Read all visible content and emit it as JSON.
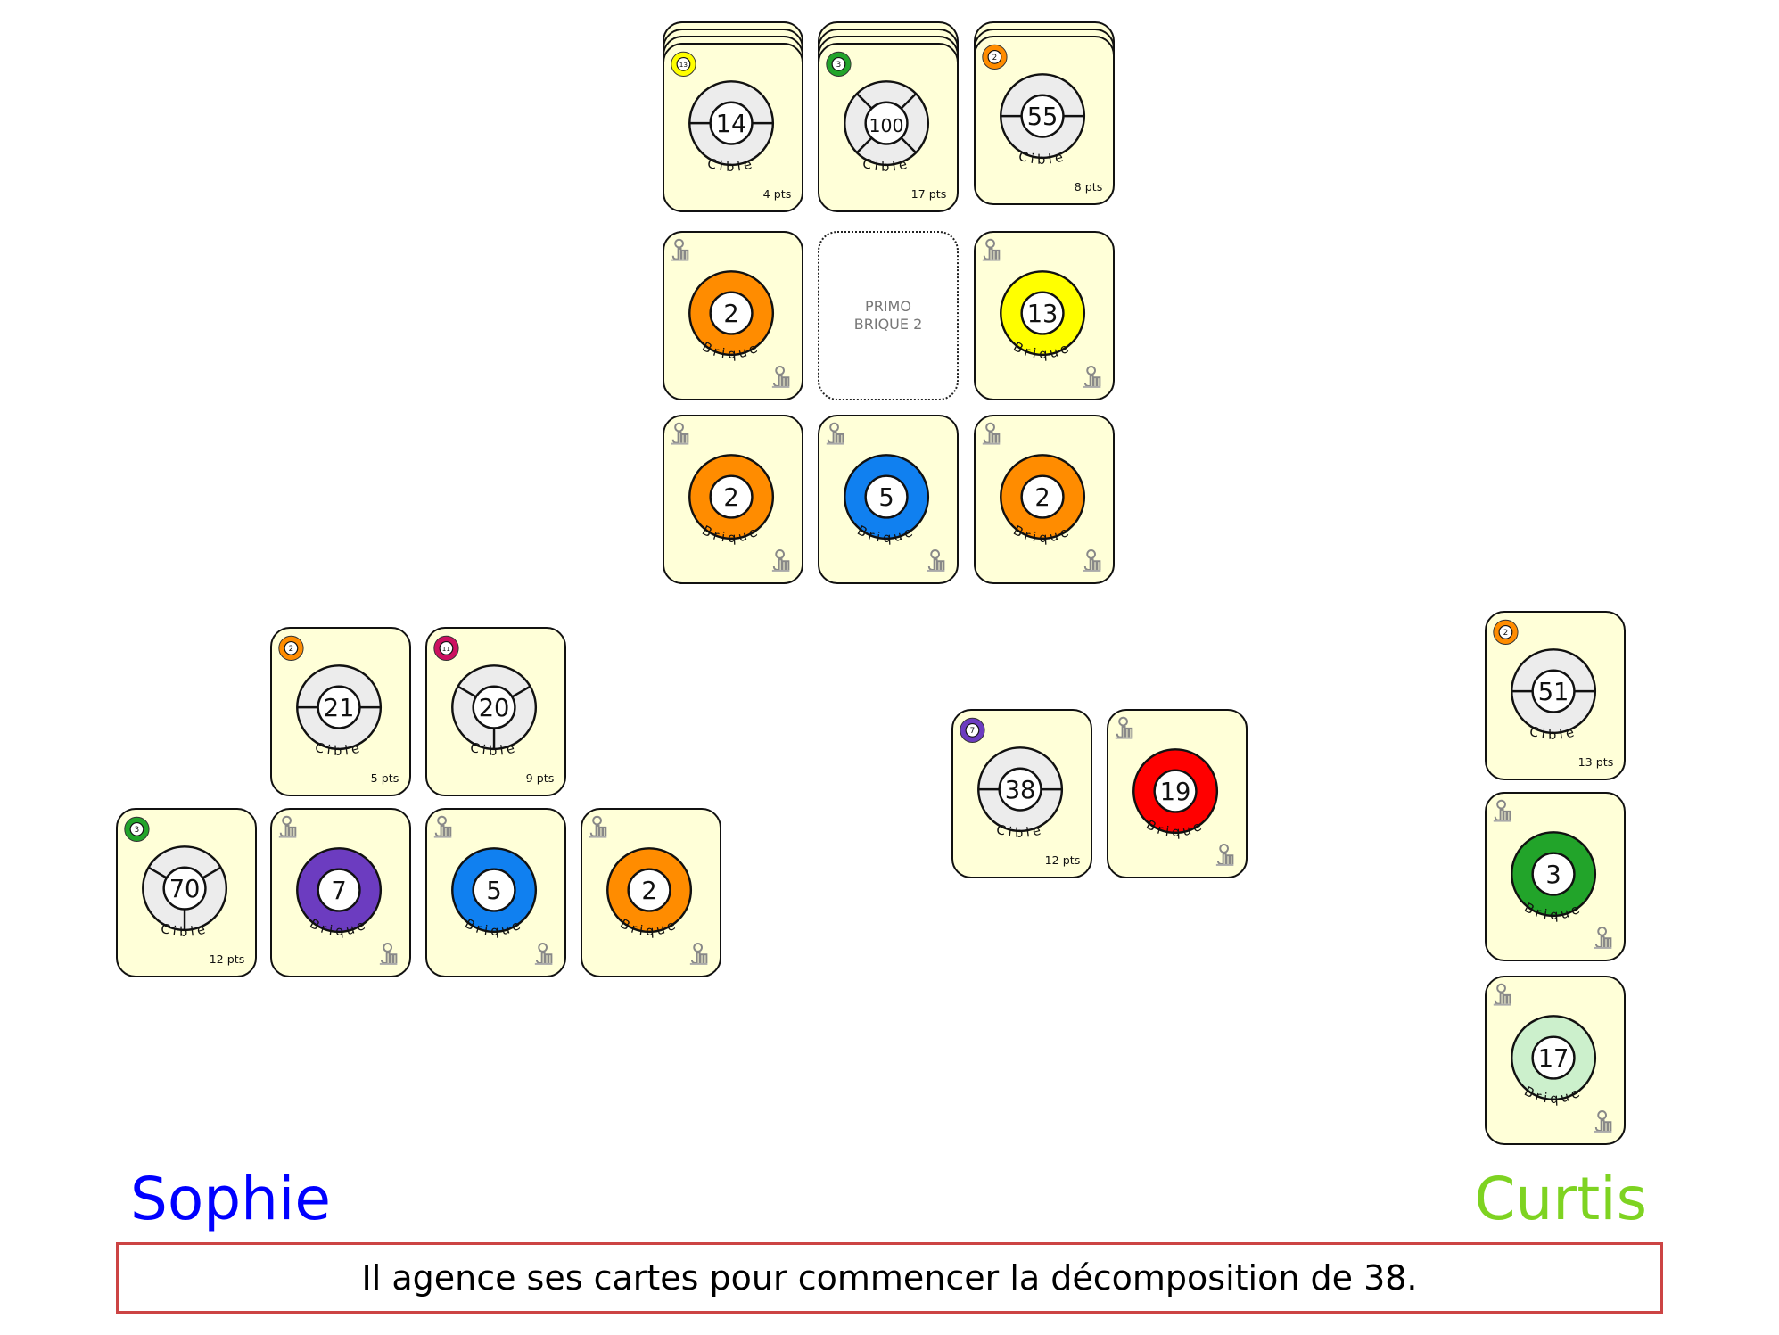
{
  "colors": {
    "card_bg": "#ffffd8",
    "target_ring": "#ececec",
    "orange": "#ff8c00",
    "yellow": "#ffff00",
    "blue": "#1080f0",
    "purple": "#6c3cc0",
    "red": "#ff0000",
    "green": "#22a42a",
    "light_green": "#ccf0cc",
    "magenta": "#cc1060",
    "sophie": "#0000ff",
    "curtis": "#7ed321",
    "message_border": "#cc4444"
  },
  "labels": {
    "target": "Cible",
    "brick": "Brique"
  },
  "center": {
    "target_stacks": [
      {
        "number": "14",
        "points": "4 pts",
        "badge": "13",
        "badge_color": "yellow",
        "sections": 2,
        "stack_depth": 3
      },
      {
        "number": "100",
        "points": "17 pts",
        "badge": "3",
        "badge_color": "green",
        "sections": 4,
        "stack_depth": 3
      },
      {
        "number": "55",
        "points": "8 pts",
        "badge": "2",
        "badge_color": "orange",
        "sections": 2,
        "stack_depth": 2
      }
    ],
    "placeholder": {
      "line1": "PRIMO",
      "line2": "BRIQUE 2"
    },
    "bricks_row1": [
      {
        "number": "2",
        "color": "orange"
      },
      {
        "number": "13",
        "color": "yellow"
      }
    ],
    "bricks_row2": [
      {
        "number": "2",
        "color": "orange"
      },
      {
        "number": "5",
        "color": "blue"
      },
      {
        "number": "2",
        "color": "orange"
      }
    ]
  },
  "sophie": {
    "name": "Sophie",
    "targets_top": [
      {
        "number": "21",
        "points": "5 pts",
        "badge": "2",
        "badge_color": "orange",
        "sections": 2
      },
      {
        "number": "20",
        "points": "9 pts",
        "badge": "11",
        "badge_color": "magenta",
        "sections": 3
      }
    ],
    "row_bottom": [
      {
        "type": "target",
        "number": "70",
        "points": "12 pts",
        "badge": "3",
        "badge_color": "green",
        "sections": 3
      },
      {
        "type": "brick",
        "number": "7",
        "color": "purple"
      },
      {
        "type": "brick",
        "number": "5",
        "color": "blue"
      },
      {
        "type": "brick",
        "number": "2",
        "color": "orange"
      }
    ]
  },
  "play_area": [
    {
      "type": "target",
      "number": "38",
      "points": "12 pts",
      "badge": "7",
      "badge_color": "purple",
      "sections": 2
    },
    {
      "type": "brick",
      "number": "19",
      "color": "red"
    }
  ],
  "curtis": {
    "name": "Curtis",
    "cards": [
      {
        "type": "target",
        "number": "51",
        "points": "13 pts",
        "badge": "2",
        "badge_color": "orange",
        "sections": 2
      },
      {
        "type": "brick",
        "number": "3",
        "color": "green"
      },
      {
        "type": "brick",
        "number": "17",
        "color": "light_green"
      }
    ]
  },
  "message": "Il agence ses cartes pour commencer la décomposition de 38."
}
